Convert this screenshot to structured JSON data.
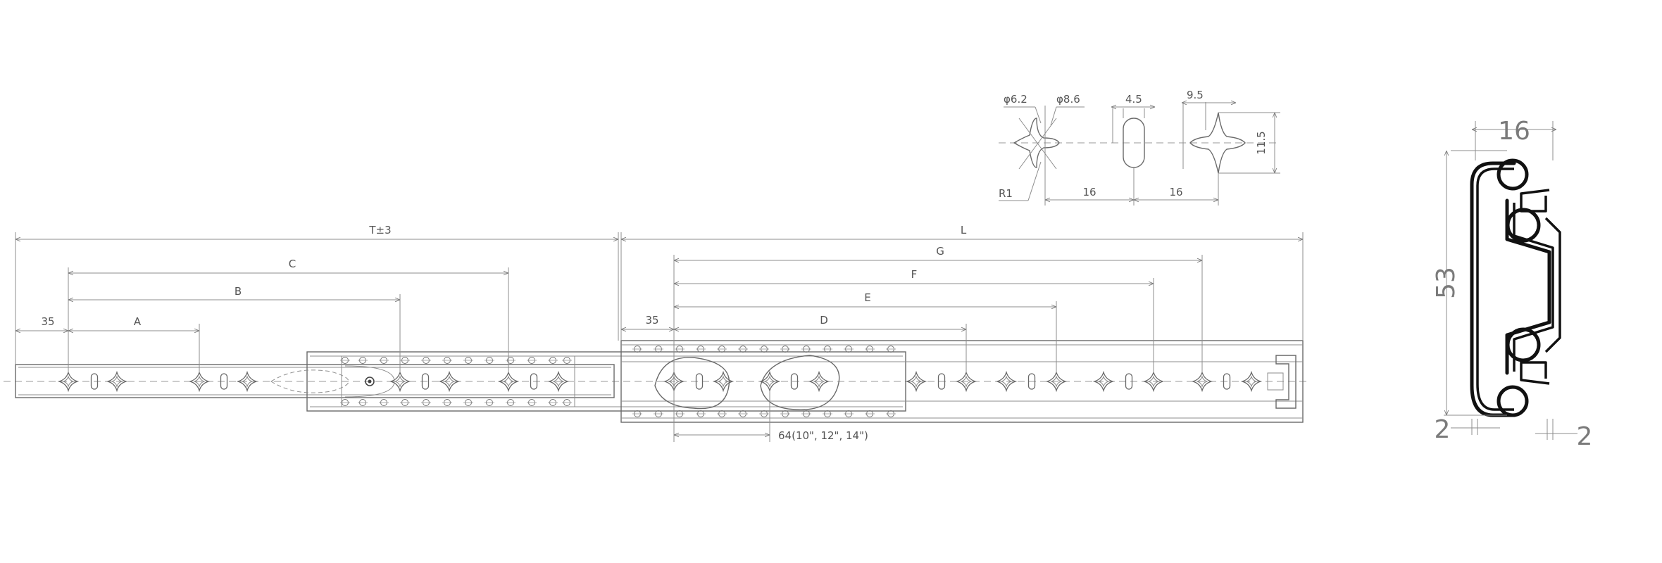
{
  "labels": {
    "t3": "T±3",
    "c": "C",
    "b": "B",
    "a": "A",
    "d35_left": "35",
    "l": "L",
    "g": "G",
    "f": "F",
    "e": "E",
    "d": "D",
    "d35_right": "35",
    "d64": "64(10\", 12\", 14\")"
  },
  "detail": {
    "phi62": "φ6.2",
    "phi86": "φ8.6",
    "r1": "R1",
    "w45": "4.5",
    "w95": "9.5",
    "h115": "11.5",
    "s16a": "16",
    "s16b": "16"
  },
  "profile": {
    "w16": "16",
    "h53": "53",
    "b2_left": "2",
    "b2_right": "2"
  },
  "colors": {
    "line": "#8c8c8c",
    "profile": "#111111",
    "dim_text": "#555555",
    "big_text": "#7a7a7a"
  }
}
